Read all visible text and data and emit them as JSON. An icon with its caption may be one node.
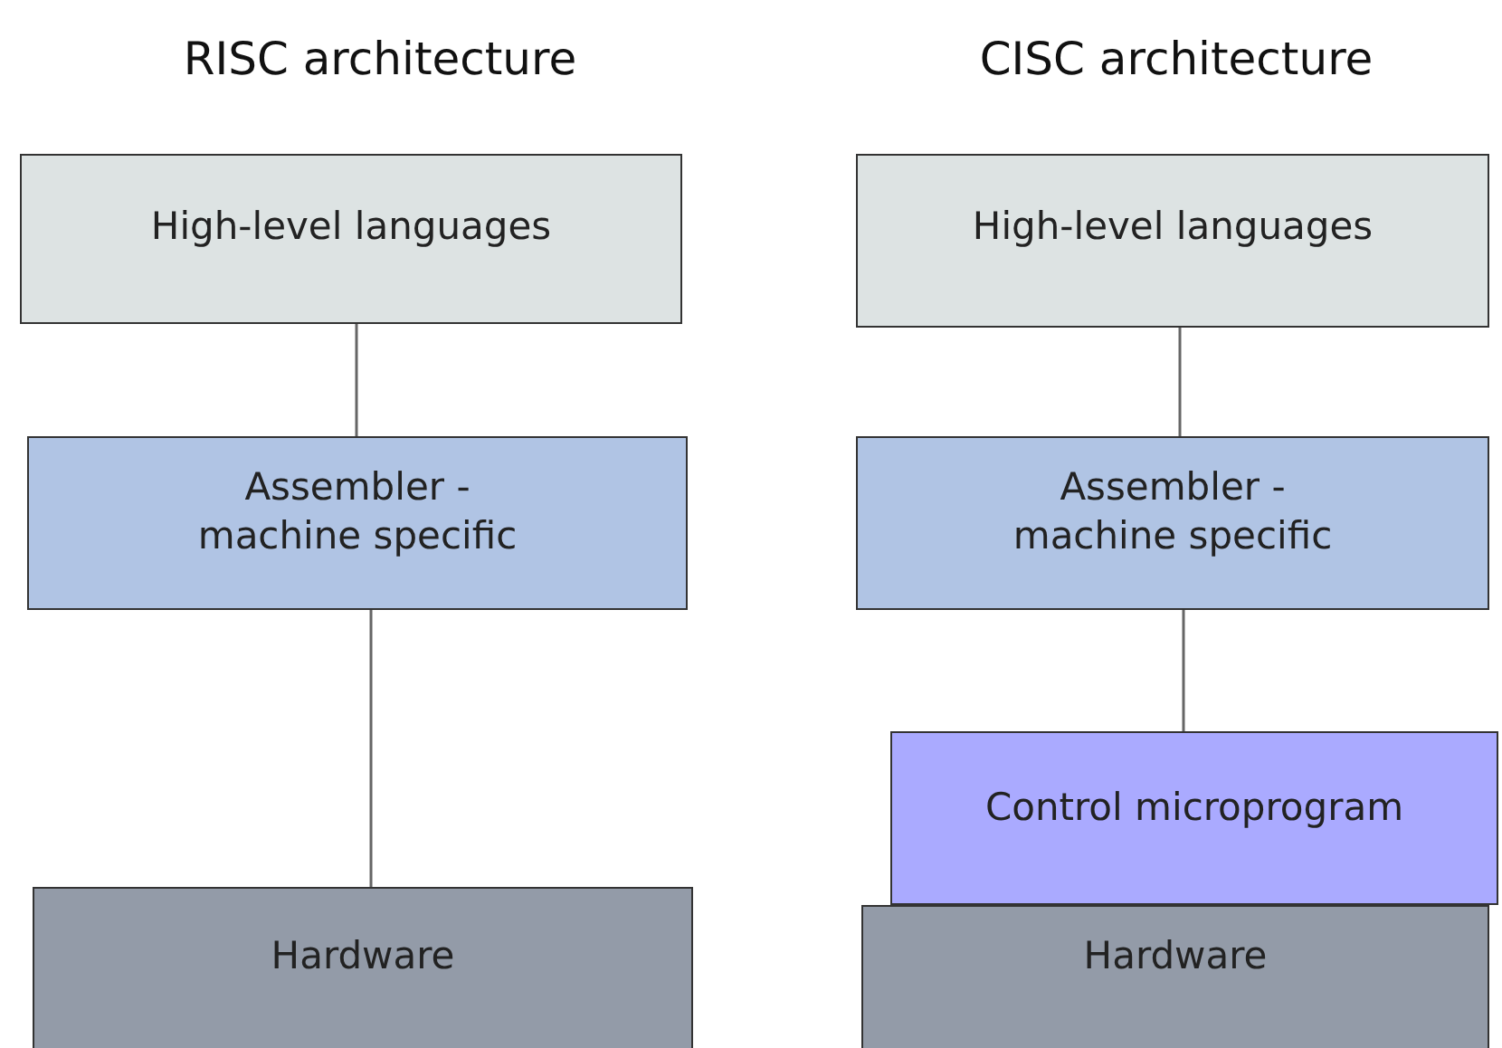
{
  "diagram": {
    "nodes": [
      {
        "text": [
          "High-level languages"
        ]
      },
      {
        "text": [
          "Assembler - machine specific"
        ]
      },
      {
        "text": [
          "Hardware"
        ]
      },
      {
        "text": [
          "High-level languages"
        ]
      },
      {
        "text": [
          "Assembler - machine specific"
        ]
      },
      {
        "text": [
          "Control microprogram"
        ]
      },
      {
        "text": [
          "Hardware"
        ]
      }
    ],
    "edges": [
      {
        "from": 0,
        "to": 1,
        "arrow": "none"
      },
      {
        "from": 1,
        "to": 2,
        "arrow": "none"
      },
      {
        "from": 3,
        "to": 4,
        "arrow": "none"
      },
      {
        "from": 4,
        "to": 5,
        "arrow": "none"
      }
    ],
    "labels": [
      "RISC architecture",
      "CISC architecture"
    ]
  }
}
